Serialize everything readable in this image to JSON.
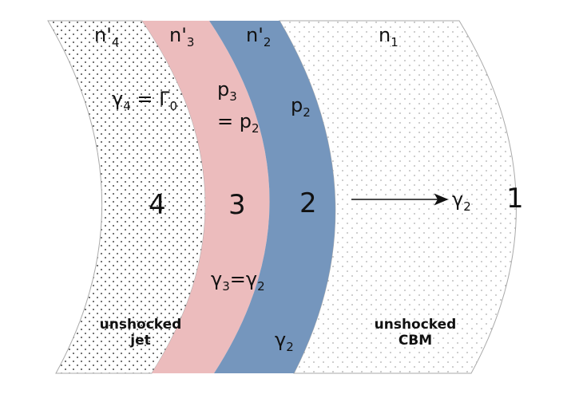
{
  "colors": {
    "region3_fill": "#ecbcbd",
    "region2_fill": "#7596bd",
    "dot_color": "#111111",
    "outline": "#888888"
  },
  "regions": [
    {
      "id": "4",
      "density": "n'",
      "density_sub": "4",
      "caption": "unshocked jet"
    },
    {
      "id": "3",
      "density": "n'",
      "density_sub": "3"
    },
    {
      "id": "2",
      "density": "n'",
      "density_sub": "2"
    },
    {
      "id": "1",
      "density": "n",
      "density_sub": "1",
      "caption": "unshocked CBM"
    }
  ],
  "labels": {
    "r4_density_main": "n'",
    "r4_density_sub": "4",
    "r3_density_main": "n'",
    "r3_density_sub": "3",
    "r2_density_main": "n'",
    "r2_density_sub": "2",
    "r1_density_main": "n",
    "r1_density_sub": "1",
    "gamma4_main": "γ",
    "gamma4_sub": "4",
    "gamma4_eq": " = Γ",
    "gamma4_eq_sub": "0",
    "p3_main": "p",
    "p3_sub": "3",
    "p3_eq": "= p",
    "p3_eq_sub": "2",
    "p2_main": "p",
    "p2_sub": "2",
    "region4_number": "4",
    "region3_number": "3",
    "region2_number": "2",
    "region1_number": "1",
    "gamma3_main": "γ",
    "gamma3_sub": "3",
    "gamma3_eq": "=γ",
    "gamma3_eq_sub": "2",
    "gamma2_arrow_main": "γ",
    "gamma2_arrow_sub": "2",
    "gamma2_bottom_main": "γ",
    "gamma2_bottom_sub": "2",
    "jet_line1": "unshocked",
    "jet_line2": "jet",
    "cbm_line1": "unshocked",
    "cbm_line2": "CBM"
  }
}
